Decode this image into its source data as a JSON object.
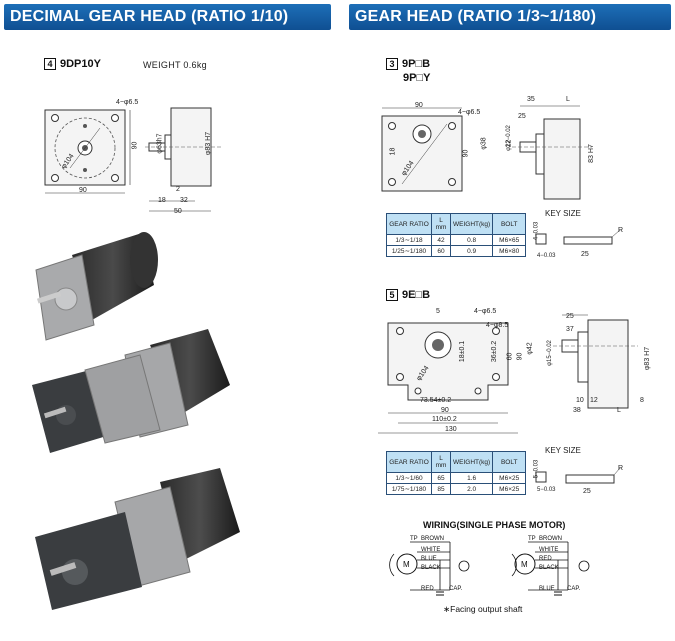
{
  "banners": {
    "left": "DECIMAL GEAR HEAD (RATIO 1/10)",
    "right": "GEAR HEAD (RATIO 1/3~1/180)"
  },
  "section4": {
    "number": "4",
    "model": "9DP10Y",
    "weight": "WEIGHT   0.6kg",
    "dims": {
      "holes": "4−φ6.5",
      "pcd": "φ104",
      "side": "90",
      "bottom": "90",
      "pilot": "φ63h7",
      "body": "φ83 H7",
      "d2": "2",
      "d18": "18",
      "d32": "32",
      "d50": "50"
    }
  },
  "section3": {
    "number": "3",
    "model1": "9P□B",
    "model2": "9P□Y",
    "dims": {
      "top": "90",
      "holes": "4−φ6.5",
      "d18": "18",
      "pcd": "φ104",
      "side": "90",
      "d35": "35",
      "L": "L",
      "d25": "25",
      "shaft": "φ12−0.02",
      "d38": "φ38",
      "d22": "22",
      "body": "83 H7"
    },
    "table": {
      "headers": [
        "GEAR RATIO",
        "L mm",
        "WEIGHT(kg)",
        "BOLT"
      ],
      "rows": [
        [
          "1/3∼1/18",
          "42",
          "0.8",
          "M6×65"
        ],
        [
          "1/25∼1/180",
          "60",
          "0.9",
          "M6×80"
        ]
      ]
    },
    "key": {
      "title": "KEY SIZE",
      "a": "4−0.03",
      "b": "4−0.03",
      "len": "25",
      "r": "R"
    }
  },
  "section5": {
    "number": "5",
    "model": "9E□B",
    "dims": {
      "d5": "5",
      "holes1": "4−φ6.5",
      "holes2": "4−φ8.5",
      "pcd": "φ104",
      "d18": "18±0.1",
      "d36": "36±0.2",
      "d60": "60",
      "d90v": "90",
      "d73": "73.54±0.2",
      "d90": "90",
      "d110": "110±0.2",
      "d130": "130",
      "d25": "25",
      "d37": "37",
      "d42": "φ42",
      "shaft": "φ15−0.02",
      "body": "φ83 H7",
      "d10": "10",
      "d12": "12",
      "d38": "38",
      "d8": "8",
      "L": "L"
    },
    "table": {
      "headers": [
        "GEAR RATIO",
        "L mm",
        "WEIGHT(kg)",
        "BOLT"
      ],
      "rows": [
        [
          "1/3∼1/60",
          "65",
          "1.6",
          "M6×25"
        ],
        [
          "1/75∼1/180",
          "85",
          "2.0",
          "M6×25"
        ]
      ]
    },
    "key": {
      "title": "KEY SIZE",
      "a": "5−0.03",
      "b": "5−0.03",
      "len": "25",
      "r": "R"
    }
  },
  "wiring": {
    "title": "WIRING(SINGLE PHASE MOTOR)",
    "left": {
      "tp": "TP",
      "wires": [
        "BROWN",
        "WHITE",
        "BLUE",
        "BLACK",
        "RED"
      ],
      "cap": "CAP.",
      "motor": "M"
    },
    "right": {
      "tp": "TP",
      "wires": [
        "BROWN",
        "WHITE",
        "RED",
        "BLACK",
        "BLUE"
      ],
      "cap": "CAP.",
      "motor": "M"
    },
    "note": "∗Facing output shaft"
  }
}
